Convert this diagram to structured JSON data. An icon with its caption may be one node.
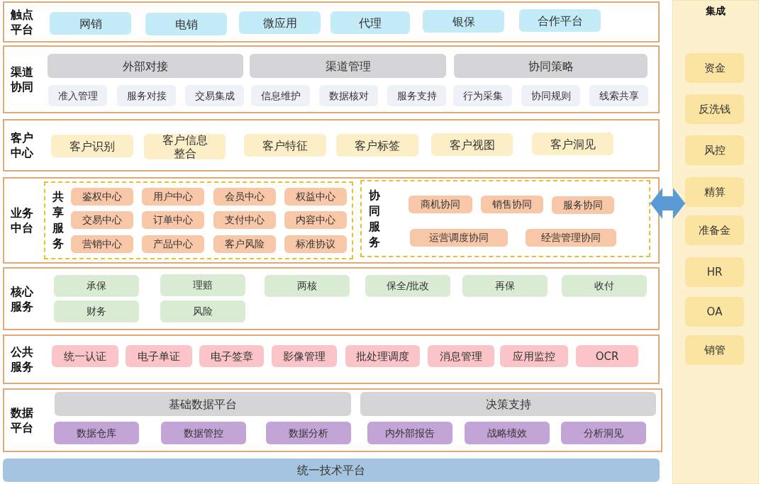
{
  "diagram": {
    "nodes": [
      {
        "text": [
          "触点平台"
        ]
      },
      {
        "text": [
          "网销"
        ],
        "in": 0
      },
      {
        "text": [
          "电销"
        ],
        "in": 0
      },
      {
        "text": [
          "微应用"
        ],
        "in": 0
      },
      {
        "text": [
          "代理"
        ],
        "in": 0
      },
      {
        "text": [
          "银保"
        ],
        "in": 0
      },
      {
        "text": [
          "合作平台"
        ],
        "in": 0
      },
      {
        "text": [
          "渠道协同"
        ]
      },
      {
        "text": [
          "外部对接"
        ],
        "in": 7
      },
      {
        "text": [
          "渠道管理"
        ],
        "in": 7
      },
      {
        "text": [
          "协同策略"
        ],
        "in": 7
      },
      {
        "text": [
          "准入管理"
        ],
        "in": 7
      },
      {
        "text": [
          "服务对接"
        ],
        "in": 7
      },
      {
        "text": [
          "交易集成"
        ],
        "in": 7
      },
      {
        "text": [
          "信息维护"
        ],
        "in": 7
      },
      {
        "text": [
          "数据核对"
        ],
        "in": 7
      },
      {
        "text": [
          "服务支持"
        ],
        "in": 7
      },
      {
        "text": [
          "行为采集"
        ],
        "in": 7
      },
      {
        "text": [
          "协同规则"
        ],
        "in": 7
      },
      {
        "text": [
          "线索共享"
        ],
        "in": 7
      },
      {
        "text": [
          "客户中心"
        ]
      },
      {
        "text": [
          "客户识别"
        ],
        "in": 20
      },
      {
        "text": [
          "客户信息整合"
        ],
        "in": 20
      },
      {
        "text": [
          "客户特征"
        ],
        "in": 20
      },
      {
        "text": [
          "客户标签"
        ],
        "in": 20
      },
      {
        "text": [
          "客户视图"
        ],
        "in": 20
      },
      {
        "text": [
          "客户洞见"
        ],
        "in": 20
      },
      {
        "text": [
          "业务中台"
        ]
      },
      {
        "text": [
          "共享服务"
        ],
        "in": 27
      },
      {
        "text": [
          "鉴权中心"
        ],
        "in": 28
      },
      {
        "text": [
          "用户中心"
        ],
        "in": 28
      },
      {
        "text": [
          "会员中心"
        ],
        "in": 28
      },
      {
        "text": [
          "权益中心"
        ],
        "in": 28
      },
      {
        "text": [
          "交易中心"
        ],
        "in": 28
      },
      {
        "text": [
          "订单中心"
        ],
        "in": 28
      },
      {
        "text": [
          "支付中心"
        ],
        "in": 28
      },
      {
        "text": [
          "内容中心"
        ],
        "in": 28
      },
      {
        "text": [
          "营销中心"
        ],
        "in": 28
      },
      {
        "text": [
          "产品中心"
        ],
        "in": 28
      },
      {
        "text": [
          "客户风险"
        ],
        "in": 28
      },
      {
        "text": [
          "标准协议"
        ],
        "in": 28
      },
      {
        "text": [
          "协同服务"
        ],
        "in": 27
      },
      {
        "text": [
          "商机协同"
        ],
        "in": 41
      },
      {
        "text": [
          "销售协同"
        ],
        "in": 41
      },
      {
        "text": [
          "服务协同"
        ],
        "in": 41
      },
      {
        "text": [
          "运营调度协同"
        ],
        "in": 41
      },
      {
        "text": [
          "经营管理协同"
        ],
        "in": 41
      },
      {
        "text": [
          "核心服务"
        ]
      },
      {
        "text": [
          "承保"
        ],
        "in": 47
      },
      {
        "text": [
          "理赔"
        ],
        "in": 47
      },
      {
        "text": [
          "两核"
        ],
        "in": 47
      },
      {
        "text": [
          "保全/批改"
        ],
        "in": 47
      },
      {
        "text": [
          "再保"
        ],
        "in": 47
      },
      {
        "text": [
          "收付"
        ],
        "in": 47
      },
      {
        "text": [
          "财务"
        ],
        "in": 47
      },
      {
        "text": [
          "风险"
        ],
        "in": 47
      },
      {
        "text": [
          "公共服务"
        ]
      },
      {
        "text": [
          "统一认证"
        ],
        "in": 56
      },
      {
        "text": [
          "电子单证"
        ],
        "in": 56
      },
      {
        "text": [
          "电子签章"
        ],
        "in": 56
      },
      {
        "text": [
          "影像管理"
        ],
        "in": 56
      },
      {
        "text": [
          "批处理调度"
        ],
        "in": 56
      },
      {
        "text": [
          "消息管理"
        ],
        "in": 56
      },
      {
        "text": [
          "应用监控"
        ],
        "in": 56
      },
      {
        "text": [
          "OCR"
        ],
        "in": 56
      },
      {
        "text": [
          "数据平台"
        ]
      },
      {
        "text": [
          "基础数据平台"
        ],
        "in": 65
      },
      {
        "text": [
          "决策支持"
        ],
        "in": 65
      },
      {
        "text": [
          "数据仓库"
        ],
        "in": 65
      },
      {
        "text": [
          "数据管控"
        ],
        "in": 65
      },
      {
        "text": [
          "数据分析"
        ],
        "in": 65
      },
      {
        "text": [
          "内外部报告"
        ],
        "in": 65
      },
      {
        "text": [
          "战略绩效"
        ],
        "in": 65
      },
      {
        "text": [
          "分析洞见"
        ],
        "in": 65
      },
      {
        "text": [
          "统一技术平台"
        ]
      },
      {
        "text": [
          "集成"
        ]
      },
      {
        "text": [
          "资金"
        ],
        "in": 75
      },
      {
        "text": [
          "反洗钱"
        ],
        "in": 75
      },
      {
        "text": [
          "风控"
        ],
        "in": 75
      },
      {
        "text": [
          "精算"
        ],
        "in": 75
      },
      {
        "text": [
          "准备金"
        ],
        "in": 75
      },
      {
        "text": [
          "HR"
        ],
        "in": 75
      },
      {
        "text": [
          "OA"
        ],
        "in": 75
      },
      {
        "text": [
          "销管"
        ],
        "in": 75
      }
    ],
    "edges": [
      {
        "from": 41,
        "to": 79,
        "arrow": "both"
      }
    ]
  }
}
